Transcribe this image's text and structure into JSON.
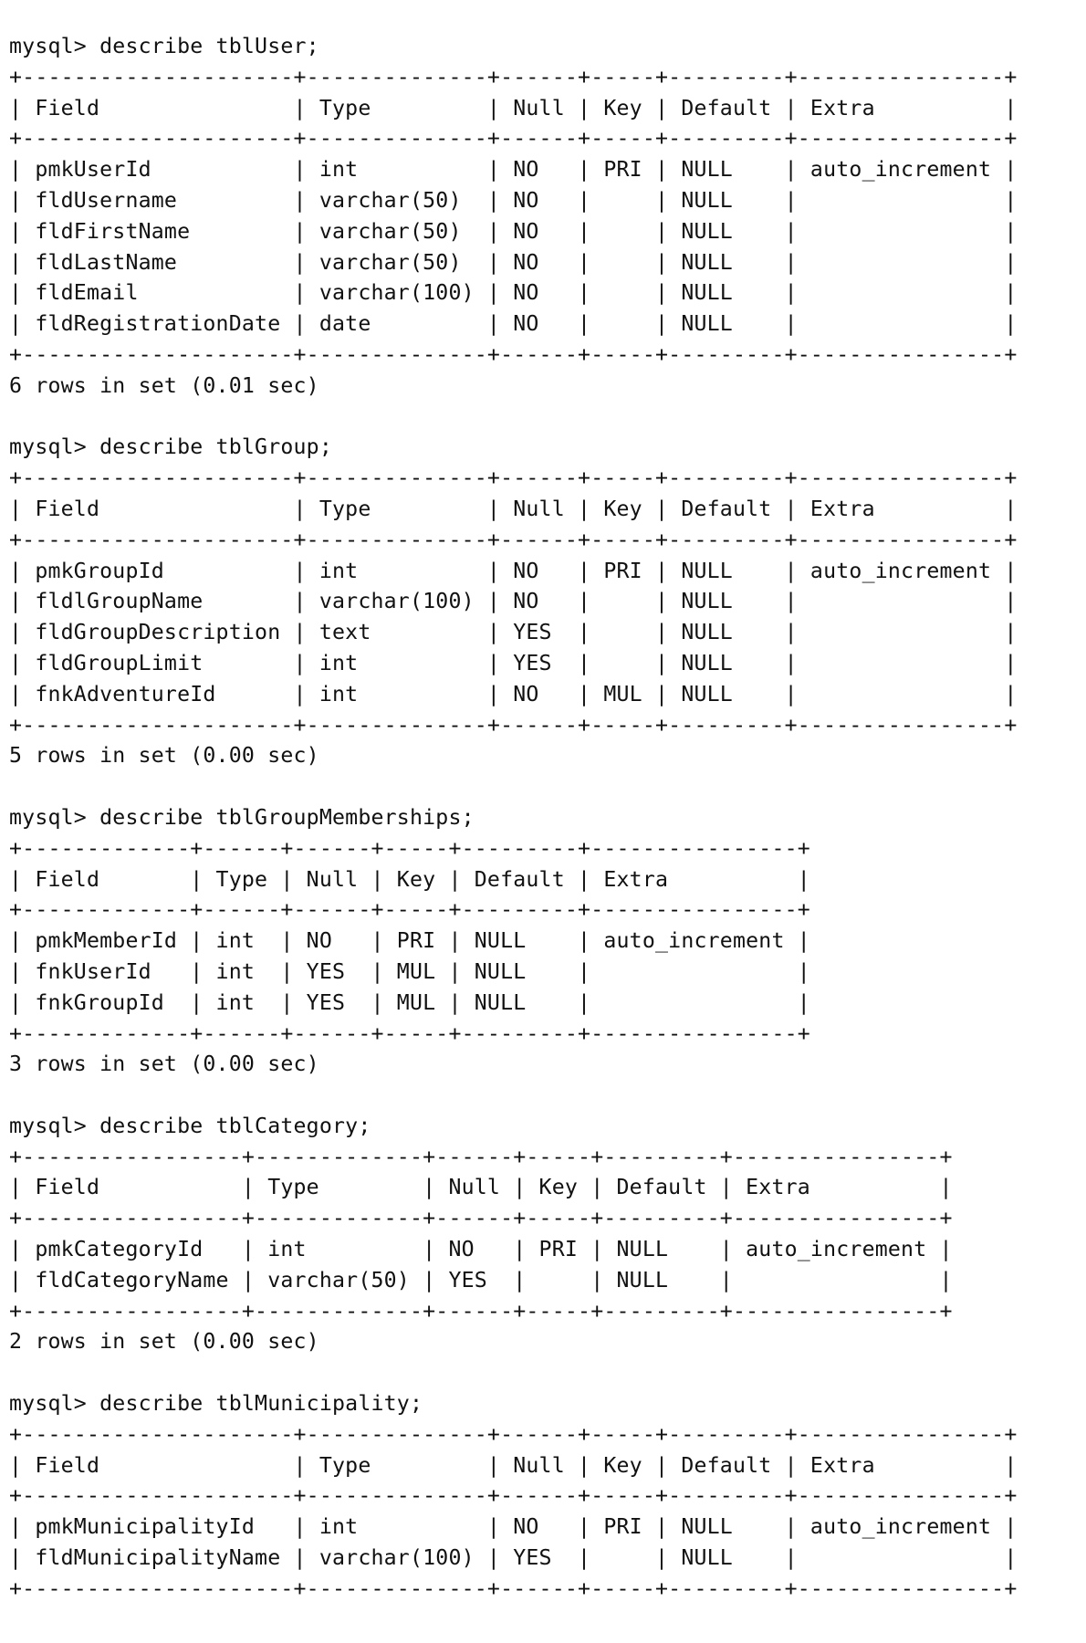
{
  "terminal": {
    "lines": [
      "mysql> describe tblUser;",
      "+---------------------+--------------+------+-----+---------+----------------+",
      "| Field               | Type         | Null | Key | Default | Extra          |",
      "+---------------------+--------------+------+-----+---------+----------------+",
      "| pmkUserId           | int          | NO   | PRI | NULL    | auto_increment |",
      "| fldUsername         | varchar(50)  | NO   |     | NULL    |                |",
      "| fldFirstName        | varchar(50)  | NO   |     | NULL    |                |",
      "| fldLastName         | varchar(50)  | NO   |     | NULL    |                |",
      "| fldEmail            | varchar(100) | NO   |     | NULL    |                |",
      "| fldRegistrationDate | date         | NO   |     | NULL    |                |",
      "+---------------------+--------------+------+-----+---------+----------------+",
      "6 rows in set (0.01 sec)",
      "",
      "mysql> describe tblGroup;",
      "+---------------------+--------------+------+-----+---------+----------------+",
      "| Field               | Type         | Null | Key | Default | Extra          |",
      "+---------------------+--------------+------+-----+---------+----------------+",
      "| pmkGroupId          | int          | NO   | PRI | NULL    | auto_increment |",
      "| fldlGroupName       | varchar(100) | NO   |     | NULL    |                |",
      "| fldGroupDescription | text         | YES  |     | NULL    |                |",
      "| fldGroupLimit       | int          | YES  |     | NULL    |                |",
      "| fnkAdventureId      | int          | NO   | MUL | NULL    |                |",
      "+---------------------+--------------+------+-----+---------+----------------+",
      "5 rows in set (0.00 sec)",
      "",
      "mysql> describe tblGroupMemberships;",
      "+-------------+------+------+-----+---------+----------------+",
      "| Field       | Type | Null | Key | Default | Extra          |",
      "+-------------+------+------+-----+---------+----------------+",
      "| pmkMemberId | int  | NO   | PRI | NULL    | auto_increment |",
      "| fnkUserId   | int  | YES  | MUL | NULL    |                |",
      "| fnkGroupId  | int  | YES  | MUL | NULL    |                |",
      "+-------------+------+------+-----+---------+----------------+",
      "3 rows in set (0.00 sec)",
      "",
      "mysql> describe tblCategory;",
      "+-----------------+-------------+------+-----+---------+----------------+",
      "| Field           | Type        | Null | Key | Default | Extra          |",
      "+-----------------+-------------+------+-----+---------+----------------+",
      "| pmkCategoryId   | int         | NO   | PRI | NULL    | auto_increment |",
      "| fldCategoryName | varchar(50) | YES  |     | NULL    |                |",
      "+-----------------+-------------+------+-----+---------+----------------+",
      "2 rows in set (0.00 sec)",
      "",
      "mysql> describe tblMunicipality;",
      "+---------------------+--------------+------+-----+---------+----------------+",
      "| Field               | Type         | Null | Key | Default | Extra          |",
      "+---------------------+--------------+------+-----+---------+----------------+",
      "| pmkMunicipalityId   | int          | NO   | PRI | NULL    | auto_increment |",
      "| fldMunicipalityName | varchar(100) | YES  |     | NULL    |                |",
      "+---------------------+--------------+------+-----+---------+----------------+"
    ]
  }
}
